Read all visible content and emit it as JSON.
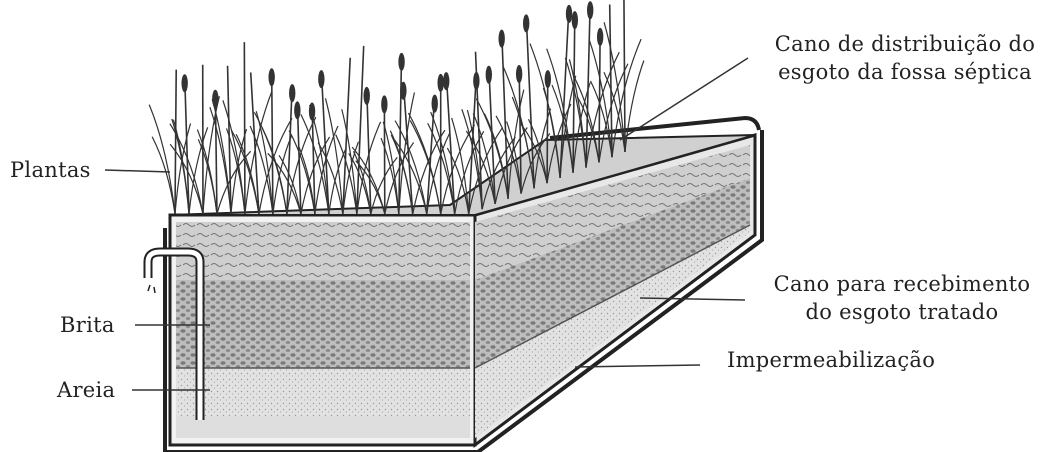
{
  "labels": {
    "plantas": "Plantas",
    "brita": "Brita",
    "areia": "Areia",
    "cano_distribuicao_line1": "Cano de distribuição do",
    "cano_distribuicao_line2": "esgoto da fossa séptica",
    "cano_recebimento_line1": "Cano para recebimento",
    "cano_recebimento_line2": "do esgoto tratado",
    "impermeabilizacao": "Impermeabilização"
  },
  "colors": {
    "ink": "#222222",
    "gravel": "#9a9a9a",
    "sand": "#d9d9d9",
    "plants": "#333333"
  }
}
